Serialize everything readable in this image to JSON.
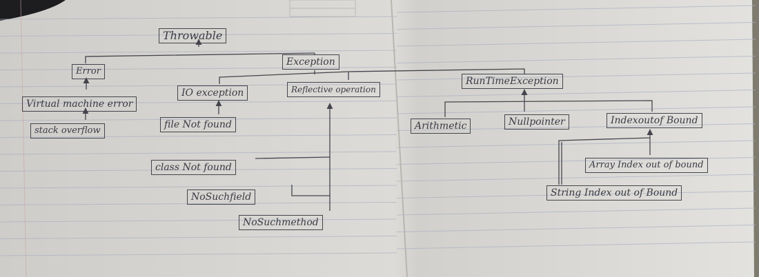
{
  "diagram": {
    "nodes": {
      "throwable": "Throwable",
      "exception": "Exception",
      "error": "Error",
      "virtual_machine_error": "Virtual machine error",
      "stack_overflow": "stack overflow",
      "io_exception": "IO exception",
      "file_not_found": "file Not found",
      "reflective_operation": "Reflective operation",
      "class_not_found": "class Not found",
      "no_such_field": "NoSuchfield",
      "no_such_method": "NoSuchmethod",
      "runtime_exception": "RunTimeException",
      "arithmetic": "Arithmetic",
      "null_pointer": "Nullpointer",
      "index_out_of_bound": "Indexoutof Bound",
      "array_index_out_of_bound": "Array Index out of bound",
      "string_index_out_of_bound": "String Index out of Bound"
    },
    "edges": [
      {
        "from": "error",
        "to": "throwable"
      },
      {
        "from": "exception",
        "to": "throwable"
      },
      {
        "from": "virtual_machine_error",
        "to": "error"
      },
      {
        "from": "stack_overflow",
        "to": "virtual_machine_error"
      },
      {
        "from": "io_exception",
        "to": "exception"
      },
      {
        "from": "reflective_operation",
        "to": "exception"
      },
      {
        "from": "runtime_exception",
        "to": "exception"
      },
      {
        "from": "file_not_found",
        "to": "io_exception"
      },
      {
        "from": "class_not_found",
        "to": "reflective_operation"
      },
      {
        "from": "no_such_field",
        "to": "reflective_operation"
      },
      {
        "from": "no_such_method",
        "to": "reflective_operation"
      },
      {
        "from": "arithmetic",
        "to": "runtime_exception"
      },
      {
        "from": "null_pointer",
        "to": "runtime_exception"
      },
      {
        "from": "index_out_of_bound",
        "to": "runtime_exception"
      },
      {
        "from": "array_index_out_of_bound",
        "to": "index_out_of_bound"
      },
      {
        "from": "string_index_out_of_bound",
        "to": "index_out_of_bound"
      }
    ]
  },
  "colors": {
    "paper": "#dcdad6",
    "rule_line": "#a7b0c4",
    "margin_line": "#c9a4a4",
    "ink": "#44444c"
  }
}
